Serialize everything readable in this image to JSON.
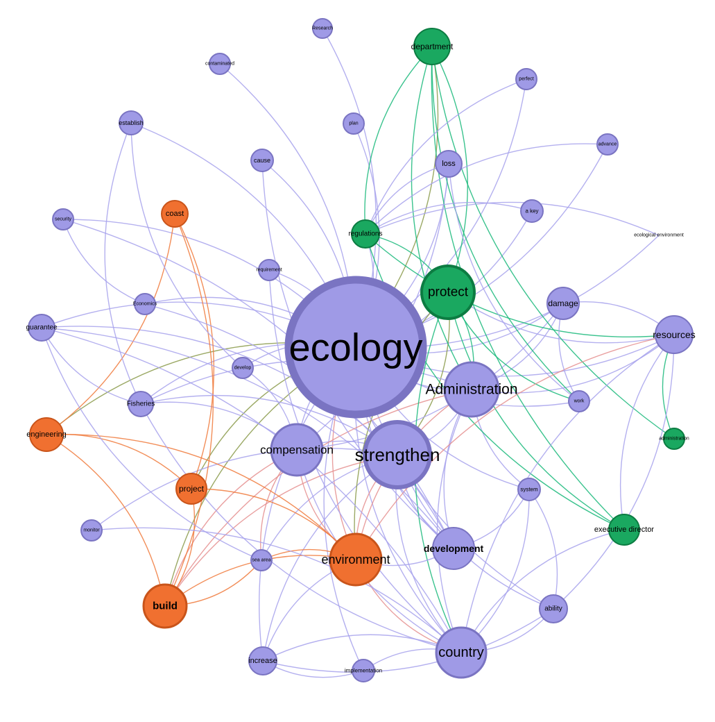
{
  "colors": {
    "purple_fill": "#9f9ae6",
    "purple_stroke": "#7a74c2",
    "orange_fill": "#f07030",
    "orange_stroke": "#c9541a",
    "green_fill": "#1aa860",
    "green_stroke": "#0c7c42",
    "edge_purple": "#a7a2ec",
    "edge_orange": "#f07a3c",
    "edge_green": "#19b87a",
    "edge_red": "#e58f8f",
    "edge_olive": "#8a9a4a",
    "background": "#ffffff"
  },
  "nodes": [
    {
      "id": "ecology",
      "label": "ecology",
      "group": "purple"
    },
    {
      "id": "strengthen",
      "label": "strengthen",
      "group": "purple"
    },
    {
      "id": "administration",
      "label": "Administration",
      "group": "purple"
    },
    {
      "id": "compensation",
      "label": "compensation",
      "group": "purple"
    },
    {
      "id": "country",
      "label": "country",
      "group": "purple"
    },
    {
      "id": "development",
      "label": "development",
      "group": "purple"
    },
    {
      "id": "resources",
      "label": "resources",
      "group": "purple"
    },
    {
      "id": "damage",
      "label": "damage",
      "group": "purple"
    },
    {
      "id": "loss",
      "label": "loss",
      "group": "purple"
    },
    {
      "id": "akey",
      "label": "a key",
      "group": "purple"
    },
    {
      "id": "advance",
      "label": "advance",
      "group": "purple"
    },
    {
      "id": "perfect",
      "label": "perfect",
      "group": "purple"
    },
    {
      "id": "research",
      "label": "Research",
      "group": "purple"
    },
    {
      "id": "contaminated",
      "label": "contaminated",
      "group": "purple"
    },
    {
      "id": "plan",
      "label": "plan",
      "group": "purple"
    },
    {
      "id": "establish",
      "label": "establish",
      "group": "purple"
    },
    {
      "id": "cause",
      "label": "cause",
      "group": "purple"
    },
    {
      "id": "security",
      "label": "security",
      "group": "purple"
    },
    {
      "id": "requirement",
      "label": "requirement",
      "group": "purple"
    },
    {
      "id": "economics",
      "label": "Economics",
      "group": "purple"
    },
    {
      "id": "guarantee",
      "label": "guarantee",
      "group": "purple"
    },
    {
      "id": "develop",
      "label": "develop",
      "group": "purple"
    },
    {
      "id": "fisheries",
      "label": "Fisheries",
      "group": "purple"
    },
    {
      "id": "ecoenv",
      "label": "ecological environment",
      "group": "purple"
    },
    {
      "id": "work",
      "label": "work",
      "group": "purple"
    },
    {
      "id": "system",
      "label": "system",
      "group": "purple"
    },
    {
      "id": "monitor",
      "label": "monitor",
      "group": "purple"
    },
    {
      "id": "seaarea",
      "label": "sea area",
      "group": "purple"
    },
    {
      "id": "ability",
      "label": "ability",
      "group": "purple"
    },
    {
      "id": "increase",
      "label": "increase",
      "group": "purple"
    },
    {
      "id": "implementation",
      "label": "implementation",
      "group": "purple"
    },
    {
      "id": "environment",
      "label": "environment",
      "group": "orange"
    },
    {
      "id": "build",
      "label": "build",
      "group": "orange"
    },
    {
      "id": "project",
      "label": "project",
      "group": "orange"
    },
    {
      "id": "engineering",
      "label": "engineering",
      "group": "orange"
    },
    {
      "id": "coast",
      "label": "coast",
      "group": "orange"
    },
    {
      "id": "department",
      "label": "department",
      "group": "green"
    },
    {
      "id": "protect",
      "label": "protect",
      "group": "green"
    },
    {
      "id": "regulations",
      "label": "regulations",
      "group": "green"
    },
    {
      "id": "execdirector",
      "label": "executive director",
      "group": "green"
    },
    {
      "id": "administration2",
      "label": "administration",
      "group": "green"
    }
  ],
  "edges": [
    {
      "source": "ecology",
      "target": "strengthen",
      "color": "purple"
    },
    {
      "source": "ecology",
      "target": "administration",
      "color": "purple"
    },
    {
      "source": "ecology",
      "target": "compensation",
      "color": "purple"
    },
    {
      "source": "ecology",
      "target": "country",
      "color": "purple"
    },
    {
      "source": "ecology",
      "target": "development",
      "color": "purple"
    },
    {
      "source": "ecology",
      "target": "resources",
      "color": "purple"
    },
    {
      "source": "ecology",
      "target": "damage",
      "color": "purple"
    },
    {
      "source": "ecology",
      "target": "loss",
      "color": "purple"
    },
    {
      "source": "ecology",
      "target": "akey",
      "color": "purple"
    },
    {
      "source": "ecology",
      "target": "advance",
      "color": "purple"
    },
    {
      "source": "ecology",
      "target": "perfect",
      "color": "purple"
    },
    {
      "source": "ecology",
      "target": "research",
      "color": "purple"
    },
    {
      "source": "ecology",
      "target": "contaminated",
      "color": "purple"
    },
    {
      "source": "ecology",
      "target": "plan",
      "color": "purple"
    },
    {
      "source": "ecology",
      "target": "establish",
      "color": "purple"
    },
    {
      "source": "ecology",
      "target": "cause",
      "color": "purple"
    },
    {
      "source": "ecology",
      "target": "security",
      "color": "purple"
    },
    {
      "source": "ecology",
      "target": "requirement",
      "color": "purple"
    },
    {
      "source": "ecology",
      "target": "economics",
      "color": "purple"
    },
    {
      "source": "ecology",
      "target": "guarantee",
      "color": "purple"
    },
    {
      "source": "ecology",
      "target": "develop",
      "color": "purple"
    },
    {
      "source": "ecology",
      "target": "fisheries",
      "color": "purple"
    },
    {
      "source": "ecology",
      "target": "ecoenv",
      "color": "purple"
    },
    {
      "source": "ecology",
      "target": "work",
      "color": "purple"
    },
    {
      "source": "ecology",
      "target": "system",
      "color": "purple"
    },
    {
      "source": "ecology",
      "target": "ability",
      "color": "purple"
    },
    {
      "source": "ecology",
      "target": "increase",
      "color": "purple"
    },
    {
      "source": "ecology",
      "target": "implementation",
      "color": "purple"
    },
    {
      "source": "ecology",
      "target": "environment",
      "color": "red"
    },
    {
      "source": "ecology",
      "target": "protect",
      "color": "purple"
    },
    {
      "source": "ecology",
      "target": "regulations",
      "color": "purple"
    },
    {
      "source": "ecology",
      "target": "department",
      "color": "olive"
    },
    {
      "source": "ecology",
      "target": "engineering",
      "color": "olive"
    },
    {
      "source": "ecology",
      "target": "build",
      "color": "olive"
    },
    {
      "source": "ecology",
      "target": "project",
      "color": "olive"
    },
    {
      "source": "strengthen",
      "target": "compensation",
      "color": "purple"
    },
    {
      "source": "strengthen",
      "target": "administration",
      "color": "purple"
    },
    {
      "source": "strengthen",
      "target": "country",
      "color": "purple"
    },
    {
      "source": "strengthen",
      "target": "development",
      "color": "purple"
    },
    {
      "source": "strengthen",
      "target": "environment",
      "color": "red"
    },
    {
      "source": "strengthen",
      "target": "build",
      "color": "red"
    },
    {
      "source": "strengthen",
      "target": "protect",
      "color": "olive"
    },
    {
      "source": "strengthen",
      "target": "fisheries",
      "color": "purple"
    },
    {
      "source": "strengthen",
      "target": "guarantee",
      "color": "purple"
    },
    {
      "source": "strengthen",
      "target": "seaarea",
      "color": "purple"
    },
    {
      "source": "strengthen",
      "target": "monitor",
      "color": "purple"
    },
    {
      "source": "strengthen",
      "target": "increase",
      "color": "purple"
    },
    {
      "source": "strengthen",
      "target": "ability",
      "color": "purple"
    },
    {
      "source": "administration",
      "target": "country",
      "color": "purple"
    },
    {
      "source": "administration",
      "target": "resources",
      "color": "purple"
    },
    {
      "source": "administration",
      "target": "development",
      "color": "purple"
    },
    {
      "source": "administration",
      "target": "environment",
      "color": "red"
    },
    {
      "source": "administration",
      "target": "build",
      "color": "red"
    },
    {
      "source": "administration",
      "target": "protect",
      "color": "green"
    },
    {
      "source": "administration",
      "target": "damage",
      "color": "purple"
    },
    {
      "source": "administration",
      "target": "fisheries",
      "color": "purple"
    },
    {
      "source": "administration",
      "target": "system",
      "color": "purple"
    },
    {
      "source": "compensation",
      "target": "environment",
      "color": "red"
    },
    {
      "source": "compensation",
      "target": "build",
      "color": "red"
    },
    {
      "source": "compensation",
      "target": "country",
      "color": "purple"
    },
    {
      "source": "compensation",
      "target": "damage",
      "color": "purple"
    },
    {
      "source": "compensation",
      "target": "loss",
      "color": "purple"
    },
    {
      "source": "compensation",
      "target": "fisheries",
      "color": "purple"
    },
    {
      "source": "compensation",
      "target": "develop",
      "color": "purple"
    },
    {
      "source": "compensation",
      "target": "seaarea",
      "color": "red"
    },
    {
      "source": "protect",
      "target": "department",
      "color": "green"
    },
    {
      "source": "protect",
      "target": "regulations",
      "color": "green"
    },
    {
      "source": "protect",
      "target": "execdirector",
      "color": "green"
    },
    {
      "source": "protect",
      "target": "country",
      "color": "green"
    },
    {
      "source": "protect",
      "target": "resources",
      "color": "purple"
    },
    {
      "source": "protect",
      "target": "work",
      "color": "green"
    },
    {
      "source": "protect",
      "target": "environment",
      "color": "olive"
    },
    {
      "source": "department",
      "target": "execdirector",
      "color": "green"
    },
    {
      "source": "department",
      "target": "regulations",
      "color": "green"
    },
    {
      "source": "department",
      "target": "administration2",
      "color": "green"
    },
    {
      "source": "department",
      "target": "work",
      "color": "green"
    },
    {
      "source": "department",
      "target": "administration",
      "color": "green"
    },
    {
      "source": "regulations",
      "target": "execdirector",
      "color": "green"
    },
    {
      "source": "regulations",
      "target": "resources",
      "color": "green"
    },
    {
      "source": "resources",
      "target": "administration2",
      "color": "green"
    },
    {
      "source": "resources",
      "target": "country",
      "color": "purple"
    },
    {
      "source": "resources",
      "target": "environment",
      "color": "red"
    },
    {
      "source": "resources",
      "target": "damage",
      "color": "purple"
    },
    {
      "source": "resources",
      "target": "execdirector",
      "color": "purple"
    },
    {
      "source": "execdirector",
      "target": "country",
      "color": "purple"
    },
    {
      "source": "environment",
      "target": "build",
      "color": "orange"
    },
    {
      "source": "environment",
      "target": "project",
      "color": "orange"
    },
    {
      "source": "environment",
      "target": "engineering",
      "color": "orange"
    },
    {
      "source": "environment",
      "target": "seaarea",
      "color": "orange"
    },
    {
      "source": "environment",
      "target": "country",
      "color": "red"
    },
    {
      "source": "environment",
      "target": "increase",
      "color": "purple"
    },
    {
      "source": "environment",
      "target": "development",
      "color": "purple"
    },
    {
      "source": "build",
      "target": "engineering",
      "color": "orange"
    },
    {
      "source": "build",
      "target": "coast",
      "color": "orange"
    },
    {
      "source": "build",
      "target": "project",
      "color": "orange"
    },
    {
      "source": "build",
      "target": "seaarea",
      "color": "orange"
    },
    {
      "source": "project",
      "target": "coast",
      "color": "orange"
    },
    {
      "source": "project",
      "target": "engineering",
      "color": "orange"
    },
    {
      "source": "engineering",
      "target": "coast",
      "color": "orange"
    },
    {
      "source": "country",
      "target": "increase",
      "color": "purple"
    },
    {
      "source": "country",
      "target": "implementation",
      "color": "purple"
    },
    {
      "source": "country",
      "target": "ability",
      "color": "purple"
    },
    {
      "source": "country",
      "target": "guarantee",
      "color": "purple"
    },
    {
      "source": "country",
      "target": "system",
      "color": "purple"
    },
    {
      "source": "country",
      "target": "monitor",
      "color": "purple"
    },
    {
      "source": "development",
      "target": "economics",
      "color": "purple"
    },
    {
      "source": "development",
      "target": "guarantee",
      "color": "purple"
    },
    {
      "source": "development",
      "target": "system",
      "color": "purple"
    },
    {
      "source": "development",
      "target": "security",
      "color": "purple"
    },
    {
      "source": "increase",
      "target": "ability",
      "color": "purple"
    },
    {
      "source": "increase",
      "target": "implementation",
      "color": "purple"
    },
    {
      "source": "ability",
      "target": "system",
      "color": "purple"
    },
    {
      "source": "ability",
      "target": "resources",
      "color": "purple"
    },
    {
      "source": "damage",
      "target": "work",
      "color": "purple"
    },
    {
      "source": "loss",
      "target": "regulations",
      "color": "purple"
    },
    {
      "source": "loss",
      "target": "work",
      "color": "purple"
    },
    {
      "source": "akey",
      "target": "regulations",
      "color": "purple"
    },
    {
      "source": "advance",
      "target": "regulations",
      "color": "purple"
    },
    {
      "source": "ecoenv",
      "target": "regulations",
      "color": "purple"
    },
    {
      "source": "perfect",
      "target": "regulations",
      "color": "purple"
    },
    {
      "source": "establish",
      "target": "fisheries",
      "color": "purple"
    },
    {
      "source": "establish",
      "target": "develop",
      "color": "purple"
    },
    {
      "source": "security",
      "target": "economics",
      "color": "purple"
    },
    {
      "source": "guarantee",
      "target": "fisheries",
      "color": "purple"
    },
    {
      "source": "guarantee",
      "target": "seaarea",
      "color": "purple"
    },
    {
      "source": "fisheries",
      "target": "country",
      "color": "purple"
    },
    {
      "source": "cause",
      "target": "development",
      "color": "purple"
    },
    {
      "source": "requirement",
      "target": "country",
      "color": "purple"
    }
  ]
}
